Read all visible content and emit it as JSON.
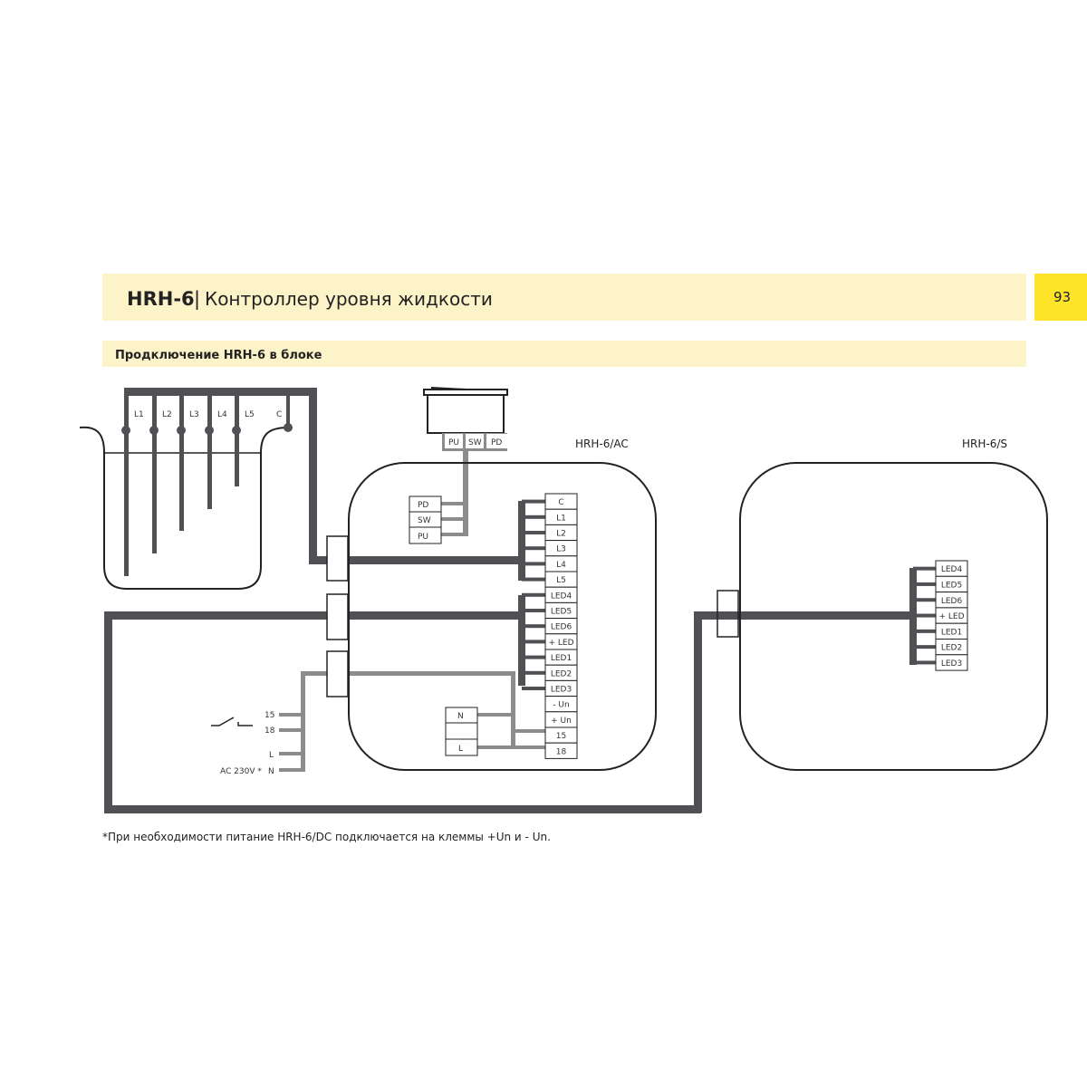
{
  "header": {
    "model": "HRH-6",
    "separator": "|",
    "title": "Контроллер уровня жидкости",
    "page_number": "93"
  },
  "subheader": "Продключение HRH-6 в блоке",
  "colors": {
    "header_band": "#fdf3c8",
    "page_box": "#fde42a",
    "wire_dark": "#505055",
    "wire_gray": "#8c8c8e"
  },
  "tank": {
    "electrodes": [
      "L1",
      "L2",
      "L3",
      "L4",
      "L5",
      "C"
    ]
  },
  "float_switch": {
    "terminals": [
      "PU",
      "SW",
      "PD"
    ]
  },
  "controller_ac": {
    "label": "HRH-6/AC",
    "switch_inputs": [
      "PD",
      "SW",
      "PU"
    ],
    "terminals": [
      "C",
      "L1",
      "L2",
      "L3",
      "L4",
      "L5",
      "LED4",
      "LED5",
      "LED6",
      "+ LED",
      "LED1",
      "LED2",
      "LED3",
      "- Un",
      "+ Un",
      "15",
      "18"
    ],
    "power_block": [
      "N",
      "",
      "L"
    ]
  },
  "controller_s": {
    "label": "HRH-6/S",
    "terminals": [
      "LED4",
      "LED5",
      "LED6",
      "+ LED",
      "LED1",
      "LED2",
      "LED3"
    ]
  },
  "external": {
    "contacts": [
      "15",
      "18",
      "L",
      "N"
    ],
    "supply_label": "AC 230V *"
  },
  "footnote": "*При необходимости питание HRH-6/DC подключается на клеммы +Un и - Un."
}
